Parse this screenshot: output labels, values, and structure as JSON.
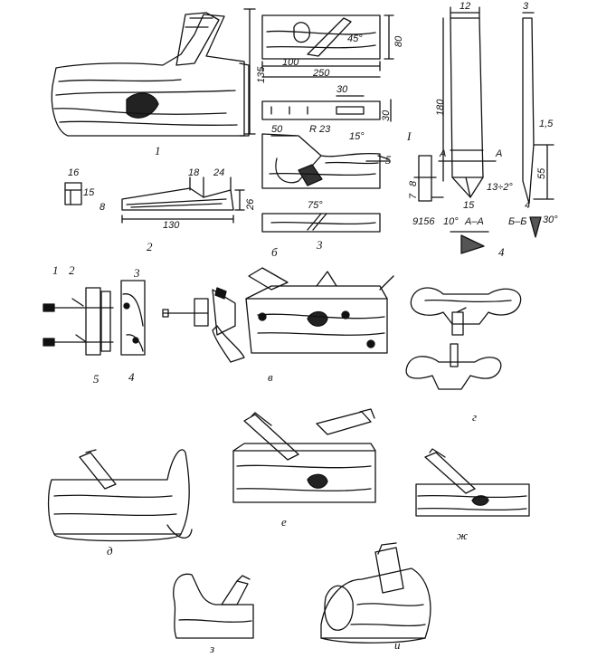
{
  "figure": {
    "section_labels": {
      "s1": "1",
      "s2": "2",
      "s3": "3",
      "s4": "4",
      "b": "б",
      "v": "в",
      "g": "г",
      "d": "д",
      "e": "е",
      "zh": "ж",
      "z": "з",
      "i": "и"
    },
    "plane_1": {
      "height": "135"
    },
    "iron_2": {
      "thickness_label": "16",
      "angle": "15",
      "edge": "8",
      "chamfer_a": "18",
      "chamfer_b": "24",
      "length": "130",
      "end_height": "26"
    },
    "block_b": {
      "angle": "45°",
      "height": "80",
      "slot_pos": "100",
      "length": "250"
    },
    "top_view": {
      "width_label": "30",
      "height_label": "30",
      "radius": "R 23",
      "angle": "15°",
      "offset": "50",
      "marker": "I",
      "callout": "5"
    },
    "bottom_view": {
      "angle": "75°",
      "label": "3"
    },
    "blade_4": {
      "top_width": "12",
      "length": "180",
      "section_mark_left": "А",
      "section_mark_right": "А",
      "dim_7": "7",
      "dim_8": "8",
      "bottom_width": "15",
      "bevel": "13÷2°",
      "dims_bottom": "9156",
      "angle_10": "10°",
      "section_aa": "А–А"
    },
    "blade_side": {
      "top_width": "3",
      "step": "1,5",
      "height": "55",
      "bottom": "4",
      "section_bb": "Б–Б",
      "angle": "30°"
    },
    "clamp": {
      "n1": "1",
      "n2": "2",
      "n3": "3",
      "n4": "4",
      "n5": "5"
    }
  }
}
